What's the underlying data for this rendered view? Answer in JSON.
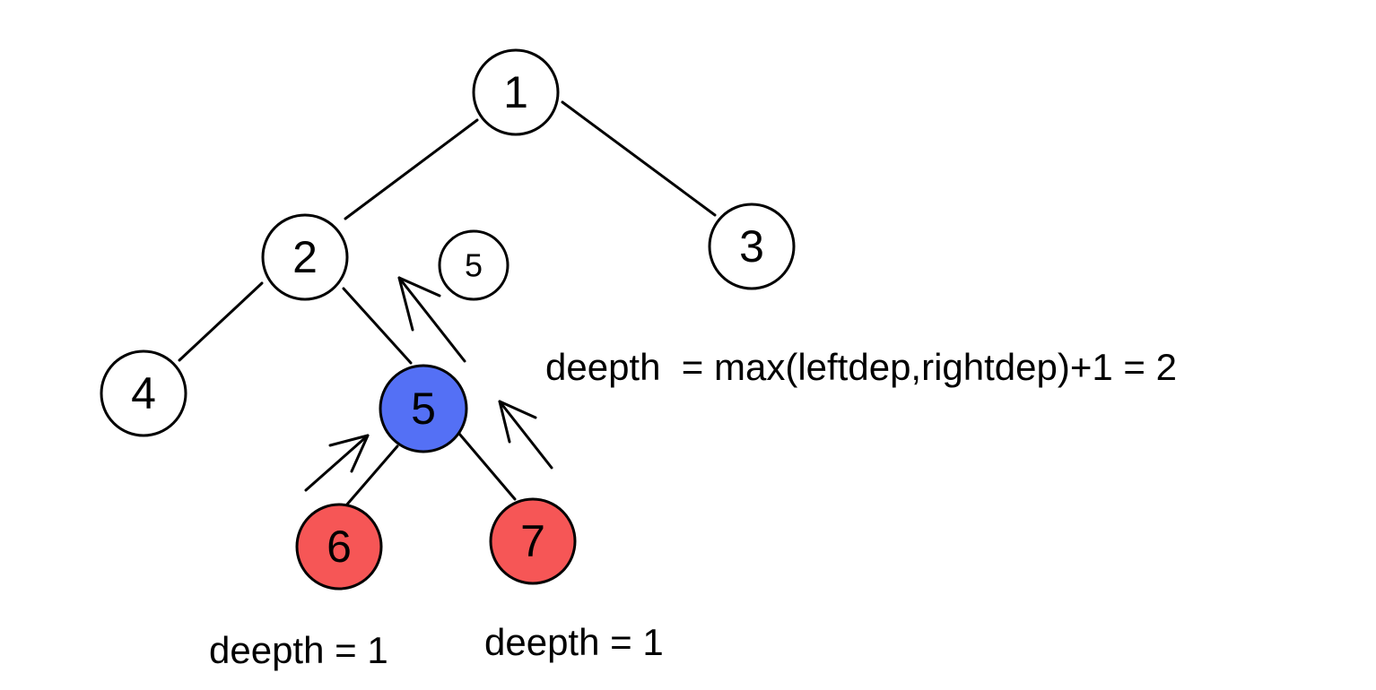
{
  "colors": {
    "default_node": "#ffffff",
    "current_node": "#5470f5",
    "leaf_node": "#f65656",
    "stroke": "#000000"
  },
  "tree": {
    "nodes": [
      {
        "id": "n1",
        "label": "1",
        "state": "default"
      },
      {
        "id": "n2",
        "label": "2",
        "state": "default"
      },
      {
        "id": "n3",
        "label": "3",
        "state": "default"
      },
      {
        "id": "n4",
        "label": "4",
        "state": "default"
      },
      {
        "id": "n5",
        "label": "5",
        "state": "current"
      },
      {
        "id": "n6",
        "label": "6",
        "state": "leaf"
      },
      {
        "id": "n7",
        "label": "7",
        "state": "leaf"
      }
    ],
    "edges": [
      [
        "1",
        "2"
      ],
      [
        "1",
        "3"
      ],
      [
        "2",
        "4"
      ],
      [
        "2",
        "5"
      ],
      [
        "5",
        "6"
      ],
      [
        "5",
        "7"
      ]
    ]
  },
  "return_value_badge": "5",
  "annotations": {
    "deepth_formula": "deepth  = max(leftdep,rightdep)+1 = 2",
    "deepth_left_leaf": "deepth = 1",
    "deepth_right_leaf": "deepth = 1"
  }
}
